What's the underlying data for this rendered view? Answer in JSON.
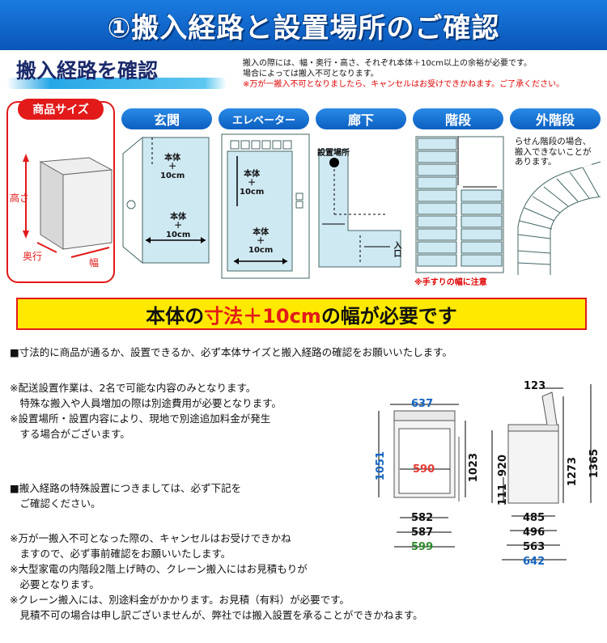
{
  "banner": {
    "title": "①搬入経路と設置場所のご確認"
  },
  "route": {
    "heading": "搬入経路を確認",
    "note1": "搬入の際には、幅・奥行・高さ、それぞれ本体＋10cm以上の余裕が必要です。",
    "note2": "場合によっては搬入不可となります。",
    "note3": "※万が一搬入不可となりましたら、キャンセルはお受けできかねます。ご了承ください。"
  },
  "product": {
    "tab": "商品サイズ",
    "height": "高さ",
    "depth": "奥行",
    "width": "幅"
  },
  "locations": [
    {
      "tab": "玄関"
    },
    {
      "tab": "エレベーター"
    },
    {
      "tab": "廊下"
    },
    {
      "tab": "階段"
    },
    {
      "tab": "外階段"
    }
  ],
  "labels": {
    "body_plus": "本体\n＋\n10cm",
    "install_place": "設置場所",
    "entrance": "入口",
    "handrail_note": "※手すりの幅に注意",
    "spiral_note": "らせん階段の場合、\n搬入できないことが\nあります。"
  },
  "requirement": {
    "pre": "本体の",
    "highlight": "寸法＋10cm",
    "post": "の幅が必要です"
  },
  "body_text": {
    "p1": "■寸法的に商品が通るか、設置できるか、必ず本体サイズと搬入経路の確認をお願いいたします。",
    "p2": "※配送設置作業は、2名で可能な内容のみとなります。\n　特殊な搬入や人員増加の際は別途費用が必要となります。\n※設置場所・設置内容により、現地で別途追加料金が発生\n　する場合がございます。",
    "p3": "■搬入経路の特殊設置につきましては、必ず下記を\n　ご確認ください。",
    "p4": "※万が一搬入不可となった際の、キャンセルはお受けできかね\n　ますので、必ず事前確認をお願いいたします。\n※大型家電の内階段2階上げ時の、クレーン搬入にはお見積もりが\n　必要となります。\n※クレーン搬入には、別途料金がかかります。お見積（有料）が必要です。\n　見積不可の場合は申し訳ございませんが、弊社では搬入設置を承ることができかねます。"
  },
  "dimensions": {
    "front": {
      "top_width": "637",
      "height_total": "1051",
      "tub_width": "590",
      "body_height": "1023",
      "w1": "582",
      "w2": "587",
      "w3": "599"
    },
    "side": {
      "top": "123",
      "h1": "920",
      "h2": "111",
      "h3": "1273",
      "h4": "1365",
      "d1": "485",
      "d2": "496",
      "d3": "563",
      "d4": "642"
    }
  },
  "colors": {
    "blue_dim": "#1565c0",
    "red_dim": "#e53935",
    "green_dim": "#2e8b2e",
    "banner": "#0a56b8",
    "yellow": "#ffe900"
  }
}
